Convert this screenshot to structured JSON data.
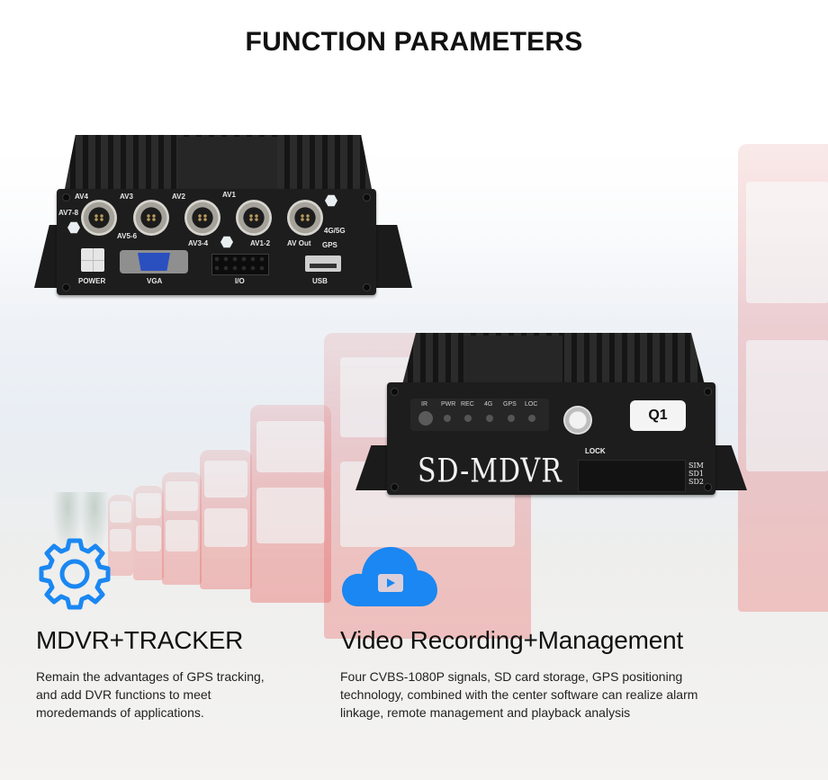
{
  "page": {
    "title": "FUNCTION PARAMETERS"
  },
  "colors": {
    "icon_blue": "#1a87f2",
    "title_text": "#111111",
    "device_body": "#1d1d1d",
    "bus_red": "#e25858"
  },
  "rear_device": {
    "ports": {
      "av4": "AV4",
      "av3": "AV3",
      "av2": "AV2",
      "av1": "AV1",
      "av7_8": "AV7-8",
      "av5_6": "AV5-6",
      "av3_4": "AV3-4",
      "av1_2": "AV1-2",
      "av_out": "AV Out",
      "antenna": "4G/5G",
      "gps": "GPS",
      "power": "POWER",
      "vga": "VGA",
      "io": "I/O",
      "usb": "USB"
    }
  },
  "front_device": {
    "indicators": [
      "IR",
      "PWR",
      "REC",
      "4G",
      "GPS",
      "LOC"
    ],
    "model_badge": "Q1",
    "lock_label": "LOCK",
    "brand": "SD-MDVR",
    "slot_labels": [
      "SIM",
      "SD1",
      "SD2"
    ]
  },
  "features": [
    {
      "icon": "gear-icon",
      "title": "MDVR+TRACKER",
      "description_lines": [
        "Remain the advantages of GPS tracking,",
        "and add DVR functions to meet",
        "moredemands of applications."
      ]
    },
    {
      "icon": "cloud-video-icon",
      "title": "Video Recording+Management",
      "description_lines": [
        "Four CVBS-1080P signals, SD card storage, GPS positioning",
        "technology, combined with the center software can realize alarm",
        "linkage, remote management and playback analysis"
      ]
    }
  ]
}
